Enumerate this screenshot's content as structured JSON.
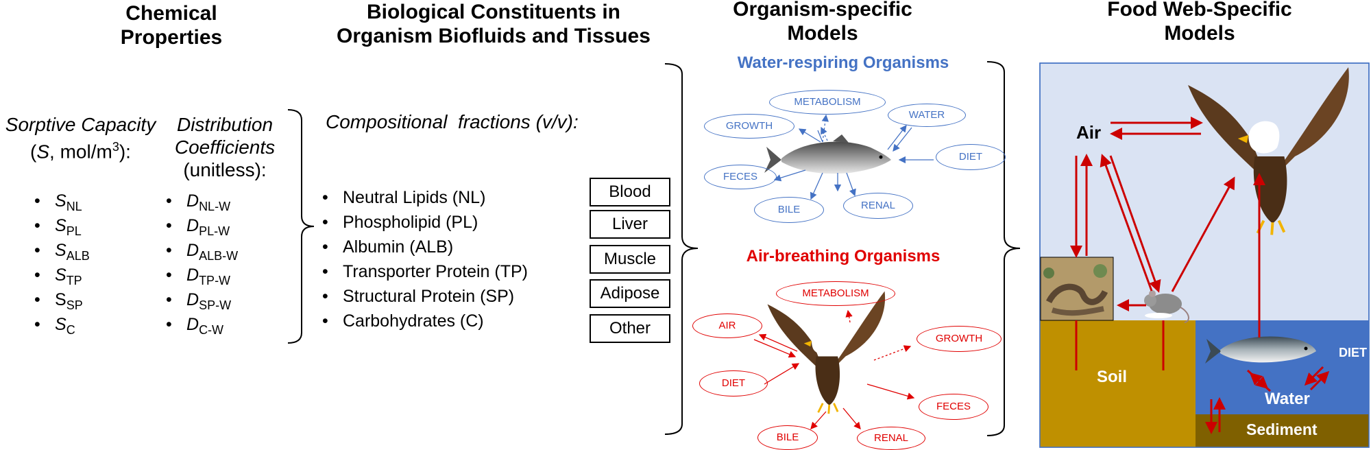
{
  "headings": {
    "chemical": [
      "Chemical",
      "Properties"
    ],
    "biological": [
      "Biological Constituents in",
      "Organism Biofluids and Tissues"
    ],
    "organism": [
      "Organism-specific",
      "Models"
    ],
    "foodweb": [
      "Food Web-Specific",
      "Models"
    ]
  },
  "sorptive": {
    "title_line1": "Sorptive Capacity",
    "title_line2_pre": "(",
    "title_line2_S": "S",
    "title_line2_mid": ", mol/m",
    "title_line2_sup": "3",
    "title_line2_post": "):",
    "items": [
      {
        "base": "S",
        "sub": "NL"
      },
      {
        "base": "S",
        "sub": "PL"
      },
      {
        "base": "S",
        "sub": "ALB"
      },
      {
        "base": "S",
        "sub": "TP"
      },
      {
        "base": "S",
        "sub": "SP"
      },
      {
        "base": "S",
        "sub": "C"
      }
    ]
  },
  "distribution": {
    "title_line1": "Distribution",
    "title_line2": "Coefficients",
    "title_line3": "(unitless):",
    "items": [
      {
        "base": "D",
        "sub": "NL-W"
      },
      {
        "base": "D",
        "sub": "PL-W"
      },
      {
        "base": "D",
        "sub": "ALB-W"
      },
      {
        "base": "D",
        "sub": "TP-W"
      },
      {
        "base": "D",
        "sub": "SP-W"
      },
      {
        "base": "D",
        "sub": "C-W"
      }
    ]
  },
  "compositional": {
    "title": "Compositional  fractions (v/v):",
    "items": [
      "Neutral Lipids (NL)",
      "Phospholipid (PL)",
      "Albumin (ALB)",
      "Transporter Protein (TP)",
      "Structural Protein (SP)",
      "Carbohydrates (C)"
    ]
  },
  "tissues": [
    "Blood",
    "Liver",
    "Muscle",
    "Adipose",
    "Other"
  ],
  "water_respiring": {
    "title": "Water-respiring Organisms",
    "processes": [
      "METABOLISM",
      "WATER",
      "GROWTH",
      "DIET",
      "FECES",
      "BILE",
      "RENAL"
    ]
  },
  "air_breathing": {
    "title": "Air-breathing Organisms",
    "processes": [
      "METABOLISM",
      "AIR",
      "GROWTH",
      "DIET",
      "FECES",
      "BILE",
      "RENAL"
    ]
  },
  "foodweb_labels": {
    "air": "Air",
    "soil": "Soil",
    "water": "Water",
    "sediment": "Sediment",
    "diet": "DIET"
  },
  "colors": {
    "blue": "#4472c4",
    "red": "#e00000",
    "air_bg": "#dae3f3",
    "soil": "#bf9000",
    "water": "#4472c4",
    "sediment": "#7f6000"
  }
}
